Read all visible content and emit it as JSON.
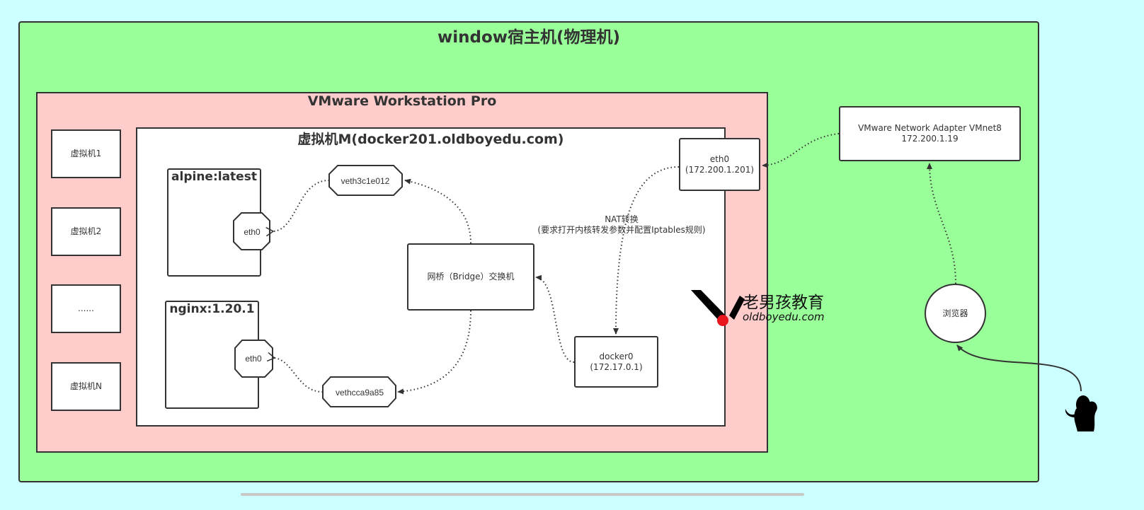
{
  "host": {
    "title": "window宿主机(物理机)"
  },
  "vmware": {
    "title": "VMware Workstation Pro",
    "vm_list": [
      "虚拟机1",
      "虚拟机2",
      "......",
      "虚拟机N"
    ]
  },
  "vm": {
    "title": "虚拟机M(docker201.oldboyedu.com)",
    "containers": [
      {
        "name": "alpine:latest",
        "iface": "eth0",
        "veth": "veth3c1e012"
      },
      {
        "name": "nginx:1.20.1",
        "iface": "eth0",
        "veth": "vethcca9a85"
      }
    ],
    "bridge": "网桥（Bridge）交换机",
    "docker0": {
      "name": "docker0",
      "ip": "(172.17.0.1)"
    },
    "eth0": {
      "name": "eth0",
      "ip": "(172.200.1.201)"
    },
    "nat": {
      "line1": "NAT转换",
      "line2": "(要求打开内核转发参数并配置Iptables规则)"
    }
  },
  "adapter": {
    "name": "VMware Network Adapter VMnet8",
    "ip": "172.200.1.19"
  },
  "browser": {
    "label": "浏览器"
  },
  "logo": {
    "cn": "老男孩教育",
    "en": "oldboyedu.com",
    "accent": "#e8141e"
  },
  "colors": {
    "background": "#ccffff",
    "host": "#99ff99",
    "vmware": "#ffcccc",
    "stroke": "#333333"
  }
}
